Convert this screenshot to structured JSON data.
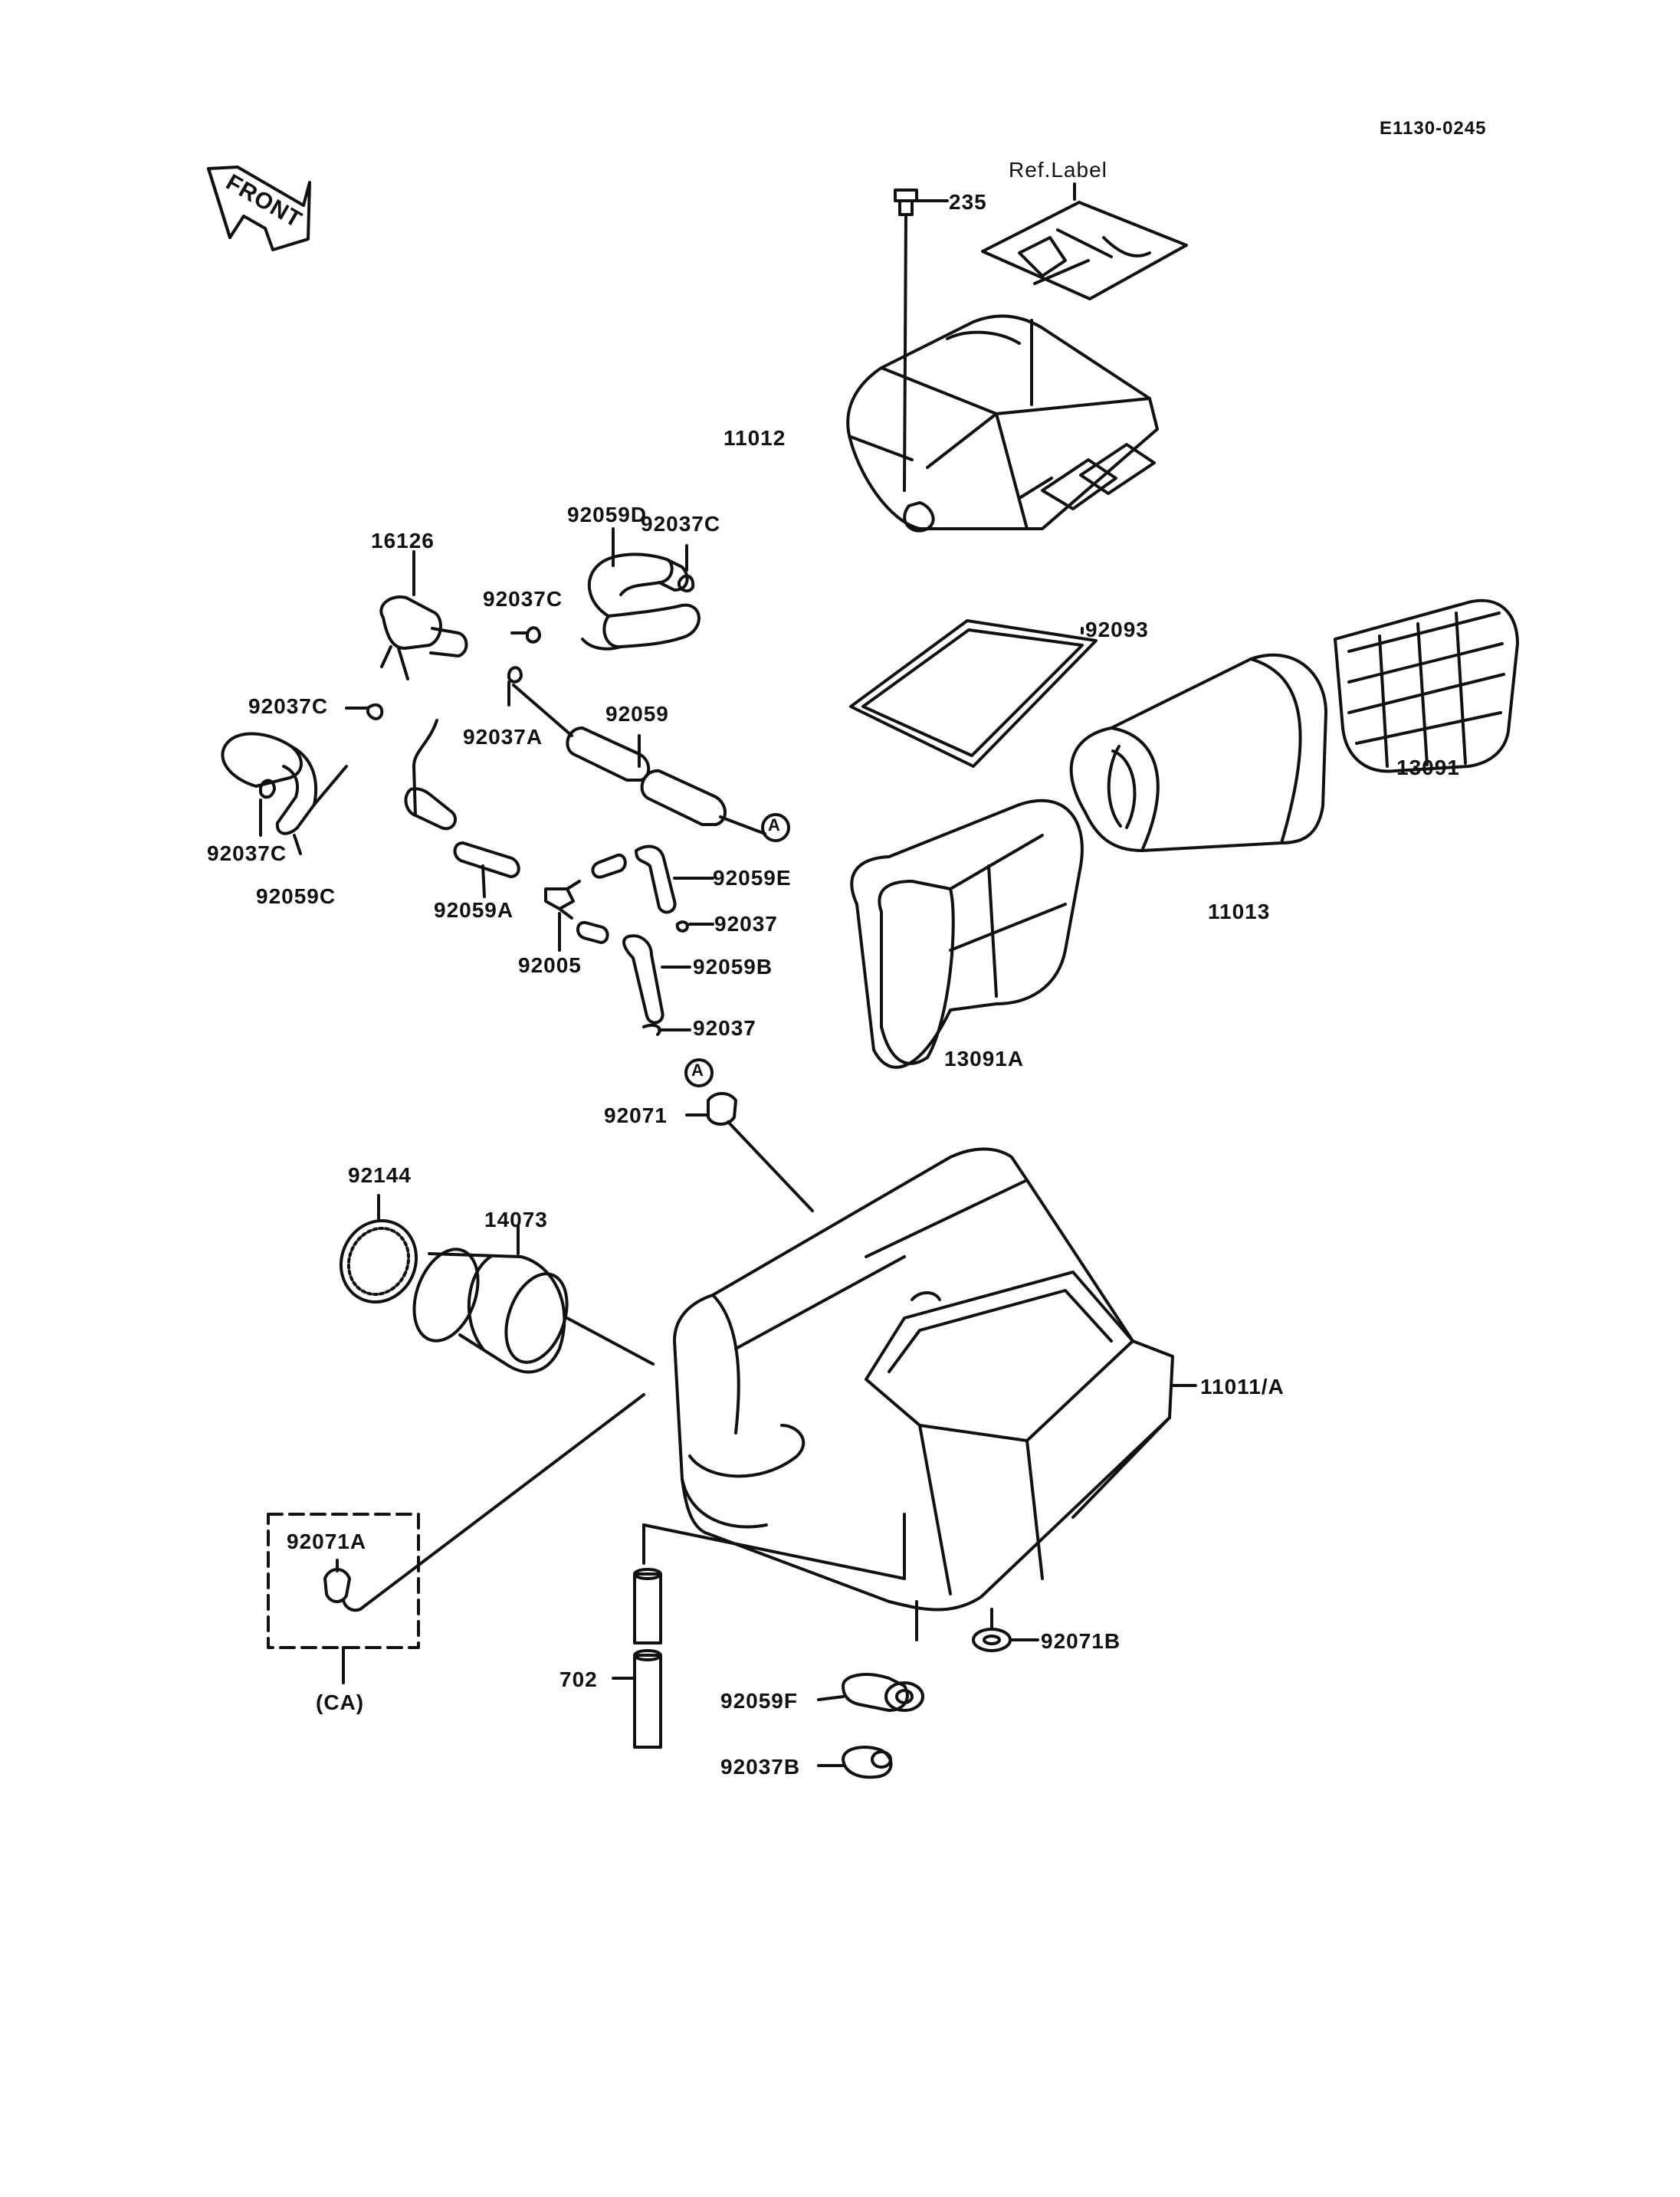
{
  "diagram": {
    "code": "E1130-0245",
    "direction_label": "FRONT",
    "ref_label": "Ref.Label",
    "callout_marker": "A",
    "group_label": "(CA)",
    "line_color": "#111111",
    "background_color": "#ffffff"
  },
  "parts": {
    "p235": "235",
    "p11012": "11012",
    "p92059D": "92059D",
    "p92037C_top": "92037C",
    "p16126": "16126",
    "p92037C_mid": "92037C",
    "p92093": "92093",
    "p92037C_left": "92037C",
    "p92059": "92059",
    "p92037A": "92037A",
    "p13091": "13091",
    "p92037C_low": "92037C",
    "p92059C": "92059C",
    "p92059E": "92059E",
    "p11013": "11013",
    "p92059A": "92059A",
    "p92037_1": "92037",
    "p92005": "92005",
    "p92059B": "92059B",
    "p92037_2": "92037",
    "p13091A": "13091A",
    "p92071": "92071",
    "p92144": "92144",
    "p14073": "14073",
    "p11011A": "11011/A",
    "p92071A": "92071A",
    "p702": "702",
    "p92071B": "92071B",
    "p92059F": "92059F",
    "p92037B": "92037B"
  }
}
